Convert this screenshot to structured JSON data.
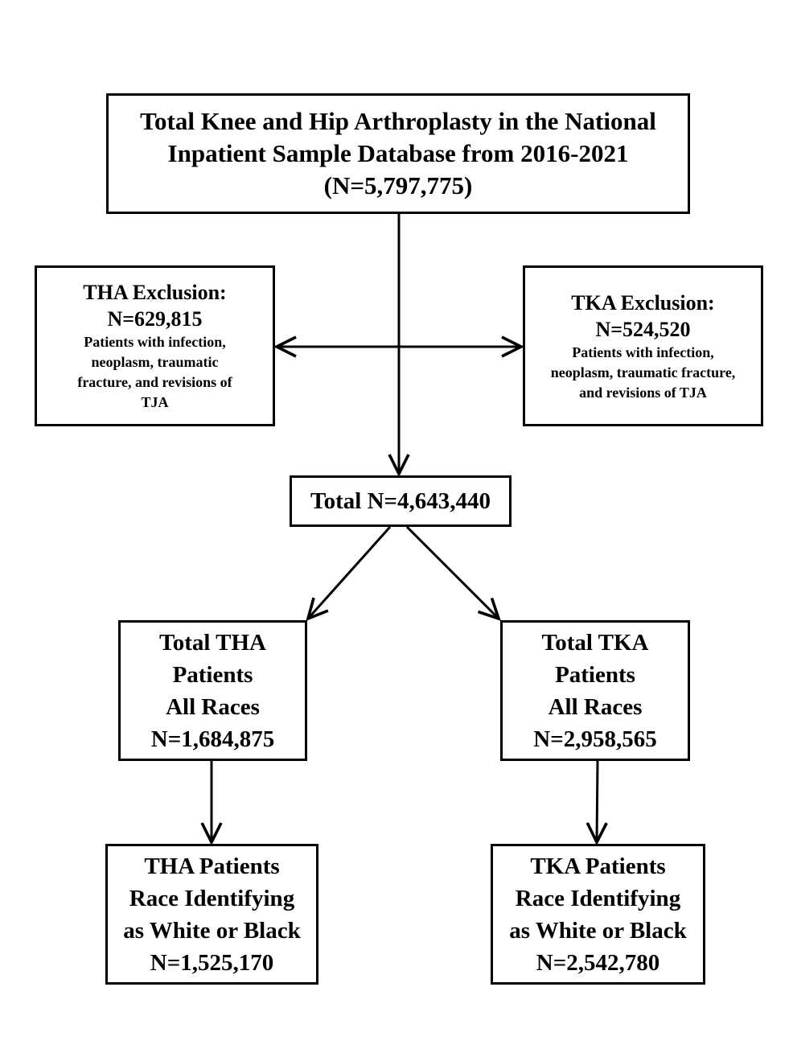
{
  "top_box": {
    "lines": [
      "Total Knee and Hip Arthroplasty in the National",
      "Inpatient Sample Database from 2016-2021",
      "(N=5,797,775)"
    ]
  },
  "tha_exclusion": {
    "title": "THA Exclusion:",
    "count": "N=629,815",
    "detail_lines": [
      "Patients with infection,",
      "neoplasm, traumatic",
      "fracture, and revisions of",
      "TJA"
    ]
  },
  "tka_exclusion": {
    "title": "TKA Exclusion:",
    "count": "N=524,520",
    "detail_lines": [
      "Patients with infection,",
      "neoplasm, traumatic fracture,",
      "and revisions of TJA"
    ]
  },
  "total_box": {
    "label": "Total N=4,643,440"
  },
  "tha_all": {
    "lines": [
      "Total THA",
      "Patients",
      "All Races",
      "N=1,684,875"
    ]
  },
  "tka_all": {
    "lines": [
      "Total TKA",
      "Patients",
      "All Races",
      "N=2,958,565"
    ]
  },
  "tha_race": {
    "lines": [
      "THA Patients",
      "Race Identifying",
      "as White or Black",
      "N=1,525,170"
    ]
  },
  "tka_race": {
    "lines": [
      "TKA Patients",
      "Race Identifying",
      "as White or Black",
      "N=2,542,780"
    ]
  },
  "colors": {
    "stroke": "#000000",
    "background": "#ffffff"
  }
}
